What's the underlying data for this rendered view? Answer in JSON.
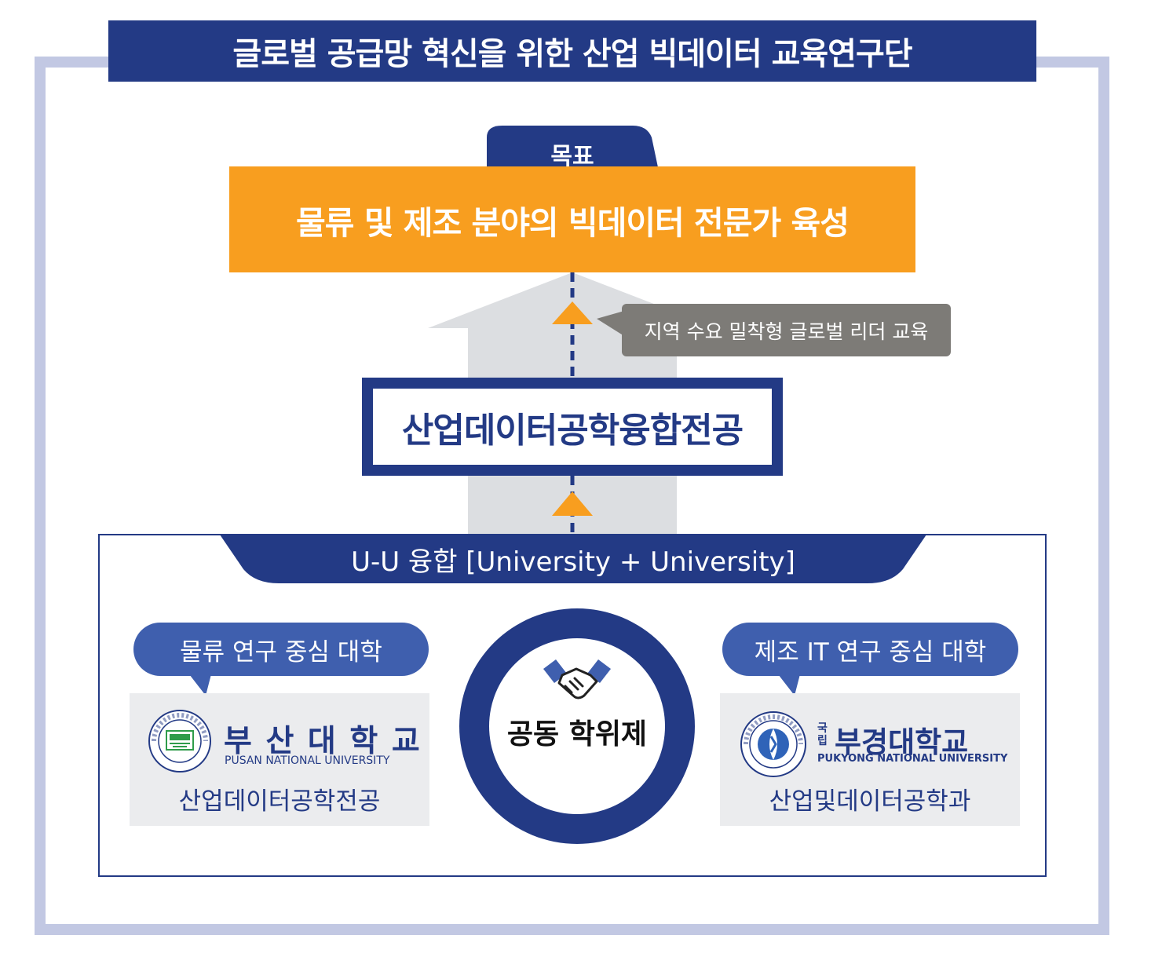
{
  "header": {
    "title": "글로벌 공급망 혁신을 위한 산업 빅데이터 교육연구단"
  },
  "goal": {
    "tab_label": "목표",
    "text": "물류 및 제조 분야의 빅데이터 전문가 육성"
  },
  "callout": {
    "text": "지역 수요 밀착형 글로벌 리더 교육"
  },
  "major": {
    "text": "산업데이터공학융합전공"
  },
  "uu": {
    "label": "U-U 융합 [University + University]"
  },
  "left": {
    "bubble": "물류 연구 중심 대학",
    "university_kr": "부 산 대 학 교",
    "university_en": "PUSAN NATIONAL UNIVERSITY",
    "seal_text": "부산대학교 · PUSAN NATIONAL UNIVERSITY",
    "department": "산업데이터공학전공"
  },
  "right": {
    "bubble": "제조 IT 연구 중심 대학",
    "prefix_top": "국",
    "prefix_bottom": "립",
    "university_kr": "부경대학교",
    "university_en": "PUKYONG NATIONAL UNIVERSITY",
    "seal_text": "PUKYONG NATIONAL UNIVERSITY · 부경대학교",
    "department": "산업및데이터공학과"
  },
  "center": {
    "label": "공동 학위제",
    "icon": "handshake-icon"
  },
  "colors": {
    "navy": "#233a85",
    "orange": "#f89e1f",
    "frame": "#c2c8e3",
    "bubble": "#3f5fae",
    "gray": "#7d7b77",
    "arrow": "#dcdee1"
  }
}
